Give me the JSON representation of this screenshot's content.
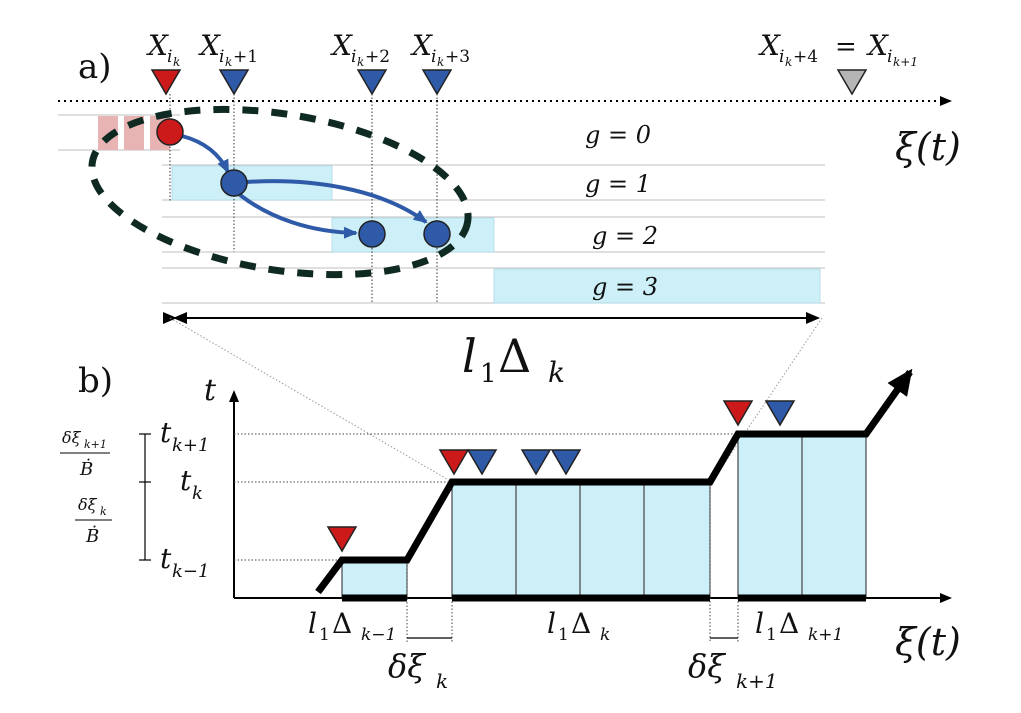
{
  "panel_a": {
    "label": "a)",
    "marker_labels": {
      "x_ik": {
        "base": "X",
        "sub": "i",
        "subsub": "k",
        "tail": ""
      },
      "x_ik1": {
        "base": "X",
        "sub": "i",
        "subsub": "k",
        "tail": "+1"
      },
      "x_ik2": {
        "base": "X",
        "sub": "i",
        "subsub": "k",
        "tail": "+2"
      },
      "x_ik3": {
        "base": "X",
        "sub": "i",
        "subsub": "k",
        "tail": "+3"
      },
      "x_ik4": {
        "base": "X",
        "sub": "i",
        "subsub": "k",
        "tail": "+4",
        "eq": "=",
        "rhs_base": "X",
        "rhs_sub": "i",
        "rhs_subsub": "k+1"
      }
    },
    "axis_label": "ξ(t)",
    "generations": [
      "g = 0",
      "g = 1",
      "g = 2",
      "g = 3"
    ],
    "span_label": {
      "main": "l",
      "sub": "1",
      "delta": "Δ",
      "delta_sub": "k"
    }
  },
  "panel_b": {
    "label": "b)",
    "y_axis_label": "t",
    "x_axis_label": "ξ(t)",
    "y_ticks": {
      "t_k1": {
        "base": "t",
        "sub": "k+1"
      },
      "t_k": {
        "base": "t",
        "sub": "k"
      },
      "t_km1": {
        "base": "t",
        "sub": "k−1"
      }
    },
    "fractions": {
      "upper": {
        "num": "δξ",
        "num_sub": "k+1",
        "den": "Ḃ"
      },
      "lower": {
        "num": "δξ",
        "num_sub": "k",
        "den": "Ḃ"
      }
    },
    "x_labels": {
      "span_km1": {
        "main": "l",
        "sub": "1",
        "delta": "Δ",
        "delta_sub": "k−1"
      },
      "span_k": {
        "main": "l",
        "sub": "1",
        "delta": "Δ",
        "delta_sub": "k"
      },
      "span_k1": {
        "main": "l",
        "sub": "1",
        "delta": "Δ",
        "delta_sub": "k+1"
      },
      "gap_k": {
        "base": "δξ",
        "sub": "k"
      },
      "gap_k1": {
        "base": "δξ",
        "sub": "k+1"
      }
    }
  },
  "colors": {
    "red": "#cc1a1a",
    "blue": "#2f5aa8",
    "gray": "#b5b5b5",
    "cyan_fill": "#cdeff8",
    "pink_fill": "#e8b3b3",
    "dark": "#0f2a22",
    "black": "#000000"
  },
  "icons": {
    "red_marker": "down-triangle-red",
    "blue_marker": "down-triangle-blue",
    "gray_marker": "down-triangle-gray"
  }
}
